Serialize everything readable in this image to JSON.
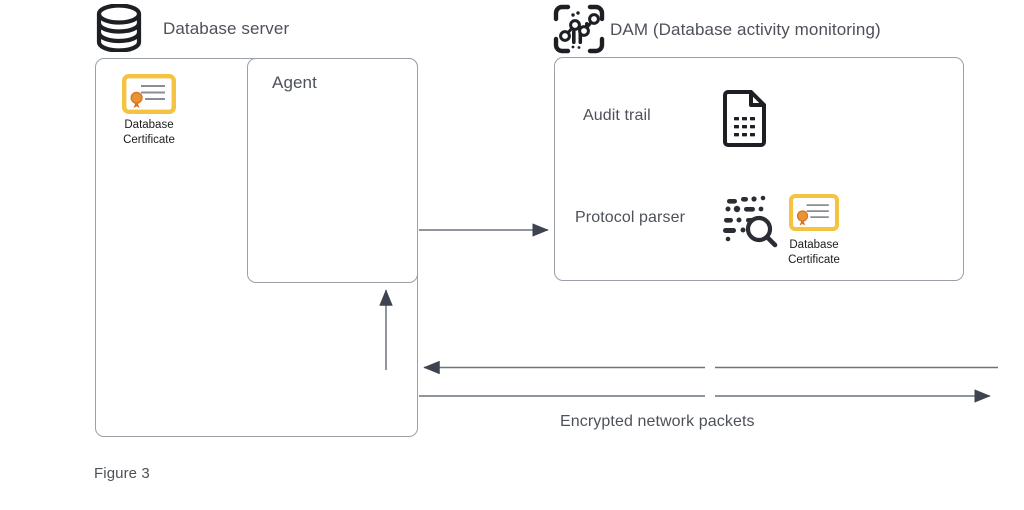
{
  "figure": {
    "caption": "Figure 3"
  },
  "database_server": {
    "title": "Database server",
    "icon": "database-cylinder-icon",
    "certificate": {
      "icon": "certificate-icon",
      "caption_line1": "Database",
      "caption_line2": "Certificate"
    },
    "agent": {
      "label": "Agent"
    }
  },
  "dam": {
    "title": "DAM (Database activity monitoring)",
    "icon": "activity-monitoring-icon",
    "rows": [
      {
        "label": "Audit trail",
        "icon": "document-lines-icon"
      },
      {
        "label": "Protocol parser",
        "icon": "data-magnifier-icon",
        "certificate": {
          "icon": "certificate-icon",
          "caption_line1": "Database",
          "caption_line2": "Certificate"
        }
      }
    ]
  },
  "connections": {
    "agent_to_dam": "agent-to-dam-arrow",
    "inbound_packets": "inbound-packets-arrow",
    "outbound_packets": "outbound-packets-arrow",
    "agent_uplink": "agent-uplink-arrow",
    "packets_label": "Encrypted network packets"
  },
  "colors": {
    "stroke": "#9aa0a8",
    "arrow": "#3d4350",
    "text": "#4d5159",
    "certificate_border": "#f5c342",
    "certificate_ribbon": "#e08c2a",
    "icon_dark": "#1d1f24"
  }
}
